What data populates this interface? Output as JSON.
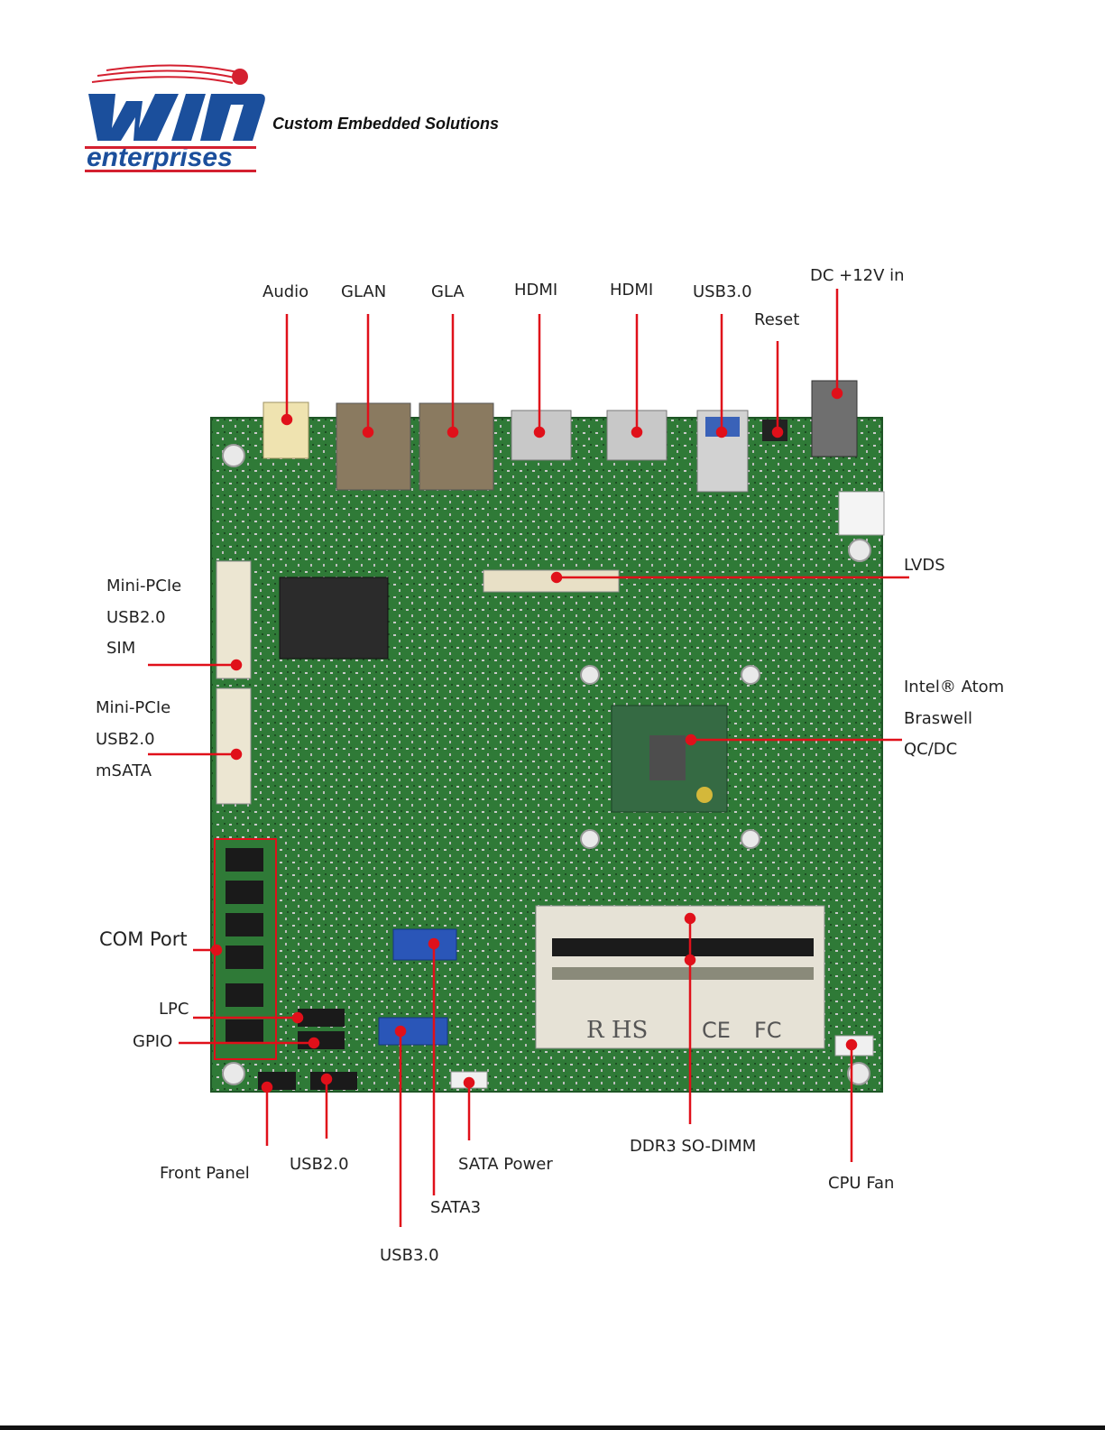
{
  "header": {
    "logo_text": "win",
    "logo_subtext": "enterprises",
    "tagline": "Custom Embedded Solutions"
  },
  "labels": {
    "audio": "Audio",
    "glan1": "GLAN",
    "glan2": "GLA",
    "hdmi1": "HDMI",
    "hdmi2": "HDMI",
    "usb30_top": "USB3.0",
    "reset": "Reset",
    "dc_in": "DC +12V in",
    "lvds": "LVDS",
    "minipcie1": "Mini-PCIe",
    "usb20_1": "USB2.0",
    "sim": "SIM",
    "minipcie2": "Mini-PCIe",
    "usb20_2": "USB2.0",
    "msata": "mSATA",
    "cpu1": "Intel® Atom",
    "cpu2": "Braswell",
    "cpu3": "QC/DC",
    "com_port": "COM Port",
    "lpc": "LPC",
    "gpio": "GPIO",
    "front_panel": "Front Panel",
    "usb20_bottom": "USB2.0",
    "sata_power": "SATA Power",
    "sata3": "SATA3",
    "usb30_bottom": "USB3.0",
    "ddr3": "DDR3 SO-DIMM",
    "cpu_fan": "CPU Fan"
  },
  "colors": {
    "callout": "#e0101a",
    "board_green": "#2e7d3a",
    "logo_blue": "#1b4f9c",
    "logo_red": "#d42030"
  },
  "board_markings": {
    "rohs": "R HS",
    "ce": "CE",
    "fc": "FC"
  }
}
